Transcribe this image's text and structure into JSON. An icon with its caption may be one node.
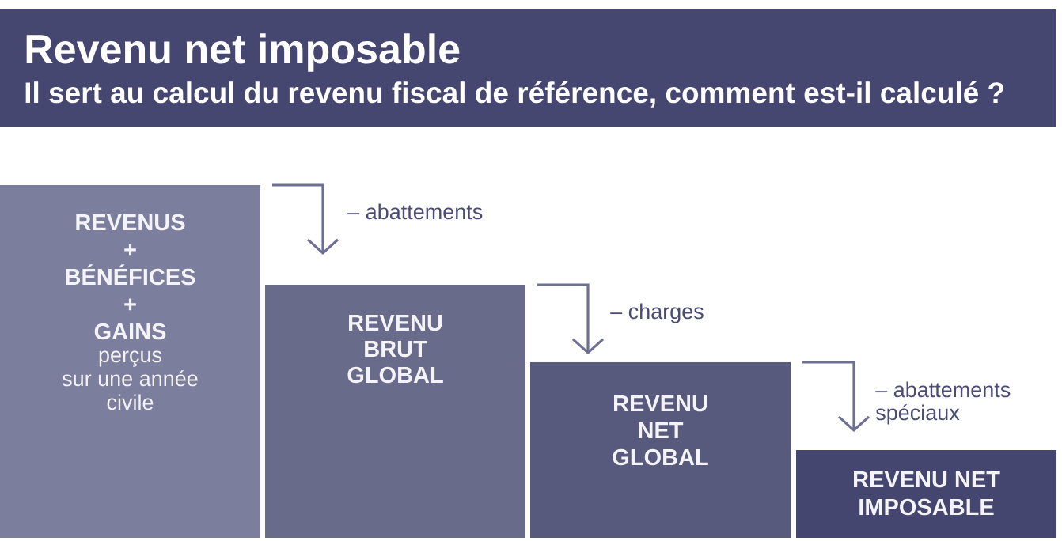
{
  "diagram": {
    "title": "Revenu net imposable",
    "nodes": [
      {
        "text": [
          "REVENUS + BÉNÉFICES + GAINS",
          "perçus sur une année civile"
        ]
      },
      {
        "text": [
          "REVENU BRUT GLOBAL"
        ]
      },
      {
        "text": [
          "REVENU NET GLOBAL"
        ]
      },
      {
        "text": [
          "REVENU NET IMPOSABLE"
        ]
      }
    ],
    "edges": [
      {
        "from": 0,
        "to": 1,
        "arrow": "to",
        "label": "– abattements"
      },
      {
        "from": 1,
        "to": 2,
        "arrow": "to",
        "label": "– charges"
      },
      {
        "from": 2,
        "to": 3,
        "arrow": "to",
        "label": "– abattements spéciaux"
      }
    ],
    "labels": [
      "Il sert au calcul du revenu fiscal de référence, comment est-il calculé ?"
    ]
  }
}
